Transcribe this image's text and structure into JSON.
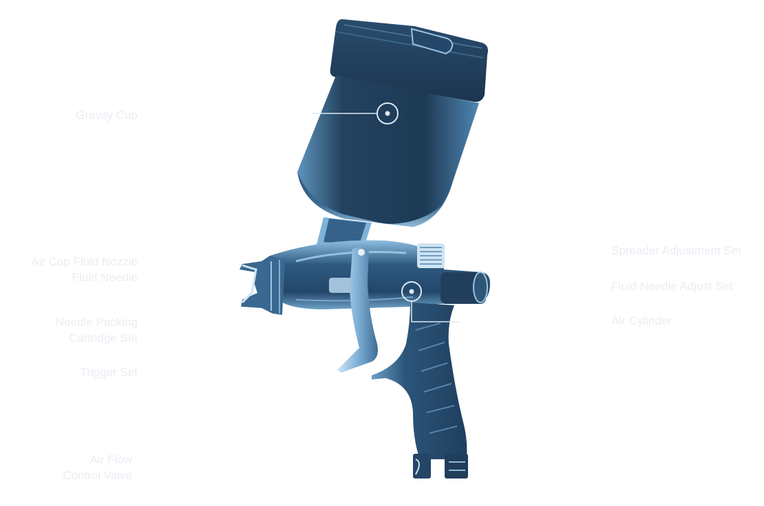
{
  "colors": {
    "background": "#ffffff",
    "label_text": "#e9edf2",
    "body_dark": "#1e3a55",
    "body_mid": "#2b5679",
    "highlight": "#8fbfe2",
    "callout": "#dfe9f2"
  },
  "labels": {
    "gravity_cup": {
      "lines": [
        "Gravity Cup"
      ]
    },
    "air_cap": {
      "lines": [
        "Air Cap Fluid Nozzle",
        "Fluid Needle"
      ]
    },
    "needle_packing": {
      "lines": [
        "Needle Packing",
        "Cartridge Set"
      ]
    },
    "trigger": {
      "lines": [
        "Trigger Set"
      ]
    },
    "air_flow": {
      "lines": [
        "Air Flow",
        "Control Valve"
      ]
    },
    "spreader": {
      "lines": [
        "Spreader Adjustment Set"
      ]
    },
    "fluid_needle": {
      "lines": [
        "Fluid Needle Adjust Set"
      ]
    },
    "air_cylinder": {
      "lines": [
        "Air Cylinder"
      ]
    }
  }
}
